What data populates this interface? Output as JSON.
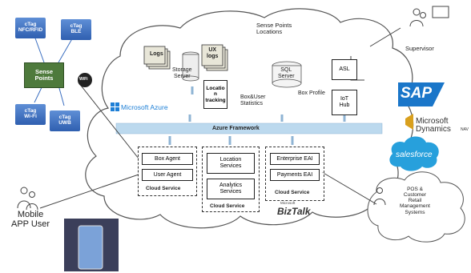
{
  "ctags": {
    "nfc": "cTag\nNFC/RFID",
    "ble": "cTag\nBLE",
    "wifi": "cTag\nWi-Fi",
    "uwb": "cTag\nUWB"
  },
  "sense_points": "Sense\nPoints",
  "wifi_label": "WiFi",
  "mobile_user": "Mobile\nAPP User",
  "supervisor": "Supervisor",
  "cloud": {
    "logs": "Logs",
    "ux_logs": "UX\nlogs",
    "storage_server": "Storage\nServer",
    "location_tracking": "Locatio\nn\ntracking",
    "sense_points_locations": "Sense Points\nLocations",
    "sql_server": "SQL\nServer",
    "box_user_statistics": "Box&User\nStatistics",
    "box_profile": "Box Profile",
    "asl": "ASL",
    "iot_hub": "IoT\nHub",
    "microsoft_azure": "Microsoft Azure",
    "azure_framework": "Azure Framework"
  },
  "services": {
    "box_agent": "Box Agent",
    "user_agent": "User Agent",
    "cloud_service_1": "Cloud Service",
    "location_services": "Location\nServices",
    "analytics_services": "Analytics\nServices",
    "cloud_service_2": "Cloud Service",
    "enterprise_eai": "Enterprise EAI",
    "payments_eai": "Payments EAI",
    "cloud_service_3": "Cloud Service"
  },
  "biztalk": {
    "small": "Microsoft",
    "big": "BizTalk"
  },
  "vendors": {
    "sap": "SAP",
    "ms_dynamics": "Microsoft\nDynamics",
    "ms_dynamics_nav": "NAV",
    "salesforce": "salesforce"
  },
  "retail_cloud": "POS &\nCustomer\nRetail\nManagement\nSystems",
  "colors": {
    "azure_bar": "#bcd9ee",
    "sense_points_box": "#4e7a3c",
    "ctag_blue": "#3a6ec0",
    "sap_blue": "#1a76c9",
    "arrow": "#9fc3e2"
  }
}
